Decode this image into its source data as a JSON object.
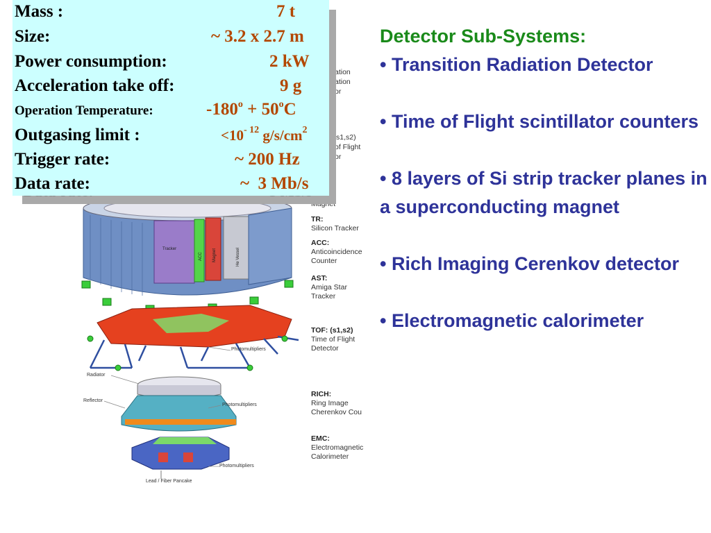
{
  "specs": {
    "rows": [
      {
        "label": "Mass :",
        "value": "7 t"
      },
      {
        "label": "Size:",
        "value": "~ 3.2 x 2.7 m"
      },
      {
        "label": "Power consumption:",
        "value": "2 kW"
      },
      {
        "label": "Acceleration take off:",
        "value": "9 g"
      },
      {
        "label": "Operation Temperature:",
        "value_a": "-180",
        "value_a_sup": "o",
        "value_b": "+ 50",
        "value_b_sup": "o",
        "value_b_unit": "C"
      },
      {
        "label": "Outgasing limit :",
        "value_a": "<10",
        "value_a_sup": "- 12",
        "value_b": " g/s/cm",
        "value_b_sup": "2"
      },
      {
        "label": "Trigger rate:",
        "value": "~ 200 Hz"
      },
      {
        "label": "Data rate:",
        "value": "~  3 Mb/s"
      }
    ],
    "ghost_left": "Data rate:",
    "ghost_right": "3 Mb/s"
  },
  "diagram": {
    "side_labels": [
      {
        "title": "",
        "text": "ation"
      },
      {
        "title": "",
        "text": "ation"
      },
      {
        "title": "",
        "text": "or"
      },
      {
        "title": "",
        "text": "s1,s2)"
      },
      {
        "title": "",
        "text": "of Flight"
      },
      {
        "title": "",
        "text": "or"
      },
      {
        "title": "",
        "text": "Magnet"
      },
      {
        "title": "TR:",
        "text": "Silicon Tracker"
      },
      {
        "title": "ACC:",
        "text": "Anticoincidence Counter"
      },
      {
        "title": "AST:",
        "text": "Amiga Star Tracker"
      },
      {
        "title": "TOF: (s1,s2)",
        "text": "Time of Flight Detector"
      },
      {
        "title": "RICH:",
        "text": "Ring Image Cherenkov Cou"
      },
      {
        "title": "EMC:",
        "text": "Electromagnetic Calorimeter"
      }
    ],
    "callouts": {
      "photomultipliers_1": "Photomultipliers",
      "radiator": "Radiator",
      "reflector": "Reflector",
      "photomultipliers_2": "Photomultipliers",
      "photomultipliers_3": "Photomultipliers",
      "lead_fiber": "Lead / Fiber Pancake"
    },
    "inner_labels": {
      "tracker": "Tracker",
      "acc": "ACC",
      "magnet": "Magnet",
      "vessel": "He Vessel"
    }
  },
  "subsystems": {
    "heading": "Detector Sub-Systems:",
    "items": [
      "• Transition Radiation Detector",
      "• Time of Flight scintillator counters",
      "• 8 layers of Si strip tracker planes in a superconducting magnet",
      "• Rich Imaging Cerenkov detector",
      "• Electromagnetic calorimeter"
    ]
  },
  "colors": {
    "spec_bg": "#ccffff",
    "spec_value": "#b34700",
    "heading_green": "#1a8a1a",
    "bullet_blue": "#2e3399"
  }
}
